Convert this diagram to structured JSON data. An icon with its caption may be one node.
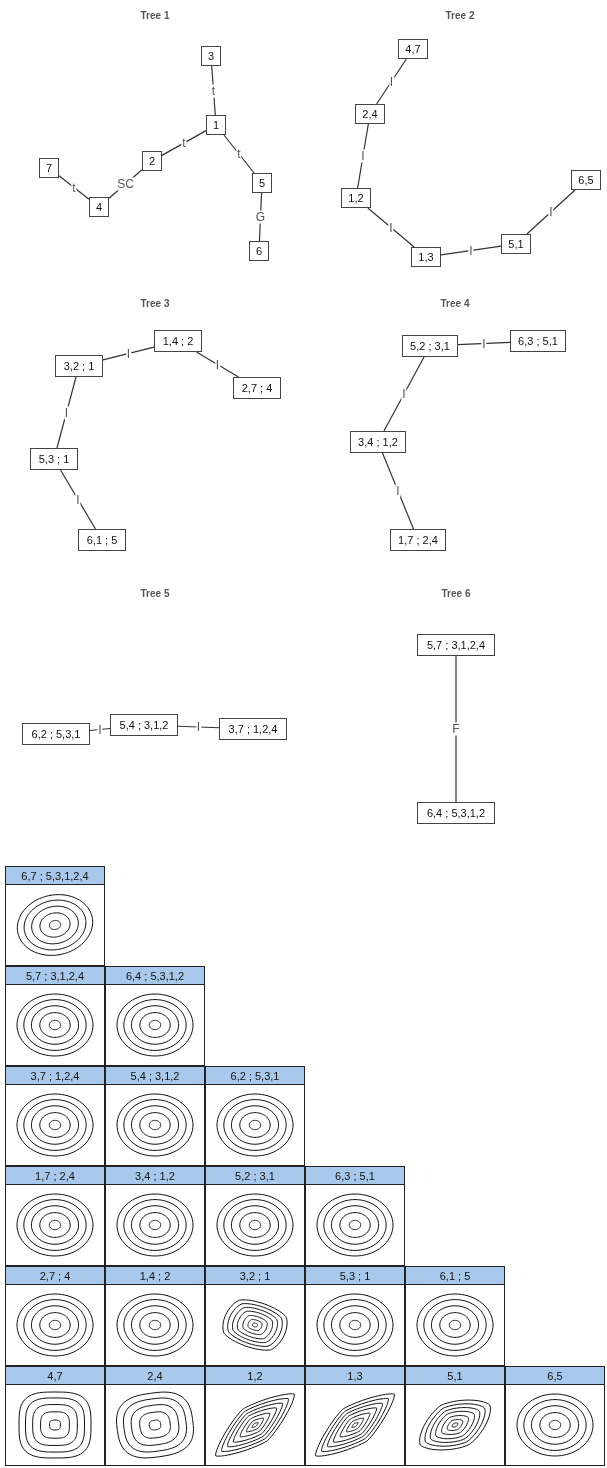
{
  "diagram": {
    "nodes": [
      {
        "text": [
          "3"
        ]
      },
      {
        "text": [
          "1"
        ]
      },
      {
        "text": [
          "2"
        ]
      },
      {
        "text": [
          "7"
        ]
      },
      {
        "text": [
          "4"
        ]
      },
      {
        "text": [
          "5"
        ]
      },
      {
        "text": [
          "6"
        ]
      },
      {
        "text": [
          "4,7"
        ]
      },
      {
        "text": [
          "2,4"
        ]
      },
      {
        "text": [
          "6,5"
        ]
      },
      {
        "text": [
          "1,2"
        ]
      },
      {
        "text": [
          "5,1"
        ]
      },
      {
        "text": [
          "1,3"
        ]
      },
      {
        "text": [
          "1,4 ; 2"
        ]
      },
      {
        "text": [
          "3,2 ; 1"
        ]
      },
      {
        "text": [
          "2,7 ; 4"
        ]
      },
      {
        "text": [
          "5,3 ; 1"
        ]
      },
      {
        "text": [
          "6,1 ; 5"
        ]
      },
      {
        "text": [
          "6,3 ; 5,1"
        ]
      },
      {
        "text": [
          "5,2 ; 3,1"
        ]
      },
      {
        "text": [
          "3,4 ; 1,2"
        ]
      },
      {
        "text": [
          "1,7 ; 2,4"
        ]
      },
      {
        "text": [
          "6,2 ; 5,3,1"
        ]
      },
      {
        "text": [
          "5,4 ; 3,1,2"
        ]
      },
      {
        "text": [
          "3,7 ; 1,2,4"
        ]
      },
      {
        "text": [
          "5,7 ; 3,1,2,4"
        ]
      },
      {
        "text": [
          "6,4 ; 5,3,1,2"
        ]
      },
      {
        "text": [
          "6,7 ; 5,3,1,2,4"
        ]
      },
      {
        "text": [
          "5,7 ; 3,1,2,4"
        ]
      },
      {
        "text": [
          "6,4 ; 5,3,1,2"
        ]
      },
      {
        "text": [
          "3,7 ; 1,2,4"
        ]
      },
      {
        "text": [
          "5,4 ; 3,1,2"
        ]
      },
      {
        "text": [
          "6,2 ; 5,3,1"
        ]
      },
      {
        "text": [
          "1,7 ; 2,4"
        ]
      },
      {
        "text": [
          "3,4 ; 1,2"
        ]
      },
      {
        "text": [
          "5,2 ; 3,1"
        ]
      },
      {
        "text": [
          "6,3 ; 5,1"
        ]
      },
      {
        "text": [
          "2,7 ; 4"
        ]
      },
      {
        "text": [
          "1,4 ; 2"
        ]
      },
      {
        "text": [
          "3,2 ; 1"
        ]
      },
      {
        "text": [
          "5,3 ; 1"
        ]
      },
      {
        "text": [
          "6,1 ; 5"
        ]
      },
      {
        "text": [
          "4,7"
        ]
      },
      {
        "text": [
          "2,4"
        ]
      },
      {
        "text": [
          "1,2"
        ]
      },
      {
        "text": [
          "1,3"
        ]
      },
      {
        "text": [
          "5,1"
        ]
      },
      {
        "text": [
          "6,5"
        ]
      }
    ],
    "edges": [
      {
        "from": 0,
        "to": 1,
        "arrow": "none",
        "label": "t"
      },
      {
        "from": 1,
        "to": 2,
        "arrow": "none",
        "label": "t"
      },
      {
        "from": 1,
        "to": 5,
        "arrow": "none",
        "label": "t"
      },
      {
        "from": 2,
        "to": 4,
        "arrow": "none",
        "label": "SC"
      },
      {
        "from": 3,
        "to": 4,
        "arrow": "none",
        "label": "t"
      },
      {
        "from": 5,
        "to": 6,
        "arrow": "none",
        "label": "G"
      },
      {
        "from": 7,
        "to": 8,
        "arrow": "none",
        "label": "I"
      },
      {
        "from": 8,
        "to": 10,
        "arrow": "none",
        "label": "I"
      },
      {
        "from": 10,
        "to": 12,
        "arrow": "none",
        "label": "I"
      },
      {
        "from": 12,
        "to": 11,
        "arrow": "none",
        "label": "I"
      },
      {
        "from": 11,
        "to": 9,
        "arrow": "none",
        "label": "I"
      },
      {
        "from": 14,
        "to": 13,
        "arrow": "none",
        "label": "I"
      },
      {
        "from": 13,
        "to": 15,
        "arrow": "none",
        "label": "I"
      },
      {
        "from": 14,
        "to": 16,
        "arrow": "none",
        "label": "I"
      },
      {
        "from": 16,
        "to": 17,
        "arrow": "none",
        "label": "I"
      },
      {
        "from": 19,
        "to": 18,
        "arrow": "none",
        "label": "I"
      },
      {
        "from": 19,
        "to": 20,
        "arrow": "none",
        "label": "I"
      },
      {
        "from": 20,
        "to": 21,
        "arrow": "none",
        "label": "I"
      },
      {
        "from": 22,
        "to": 23,
        "arrow": "none",
        "label": "I"
      },
      {
        "from": 23,
        "to": 24,
        "arrow": "none",
        "label": "I"
      },
      {
        "from": 25,
        "to": 26,
        "arrow": "none",
        "label": "F"
      }
    ],
    "labels": [
      "Tree 1",
      "Tree 2",
      "Tree 3",
      "Tree 4",
      "Tree 5",
      "Tree 6"
    ]
  }
}
